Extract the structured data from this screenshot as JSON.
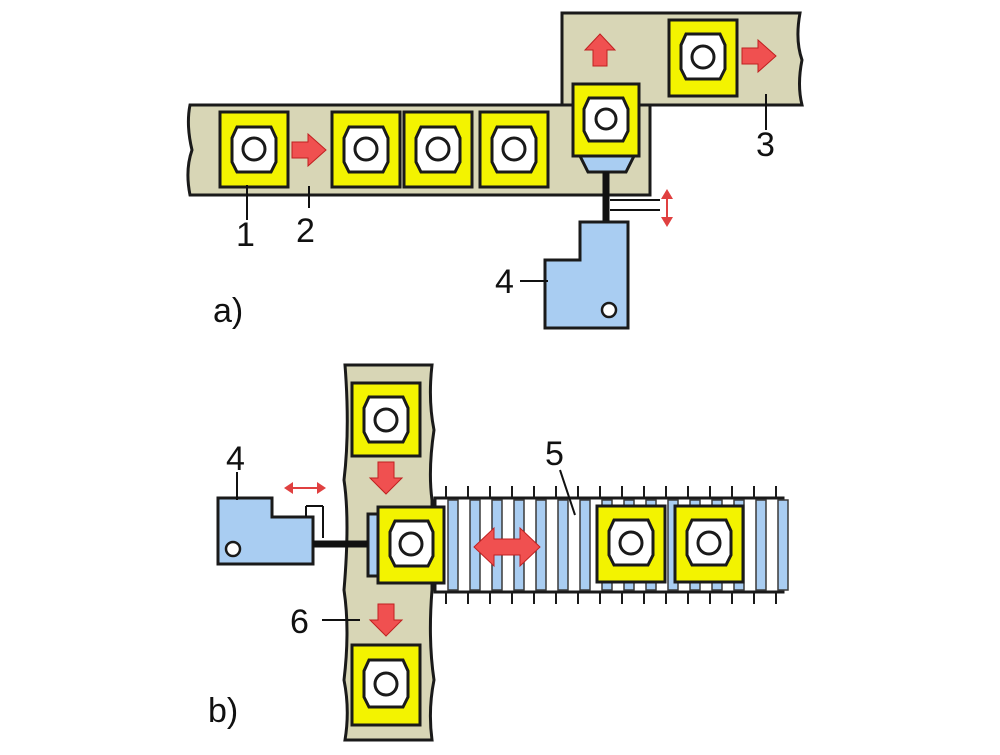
{
  "labels": {
    "part_a": "a)",
    "part_b": "b)",
    "n1": "1",
    "n2": "2",
    "n3": "3",
    "n4_a": "4",
    "n4_b": "4",
    "n5": "5",
    "n6": "6"
  },
  "colors": {
    "conveyor": "#d8d6b6",
    "pallet": "#f3f300",
    "pusher": "#a9cdf2",
    "arrow": "#f05050",
    "outline": "#1a1a1a"
  }
}
